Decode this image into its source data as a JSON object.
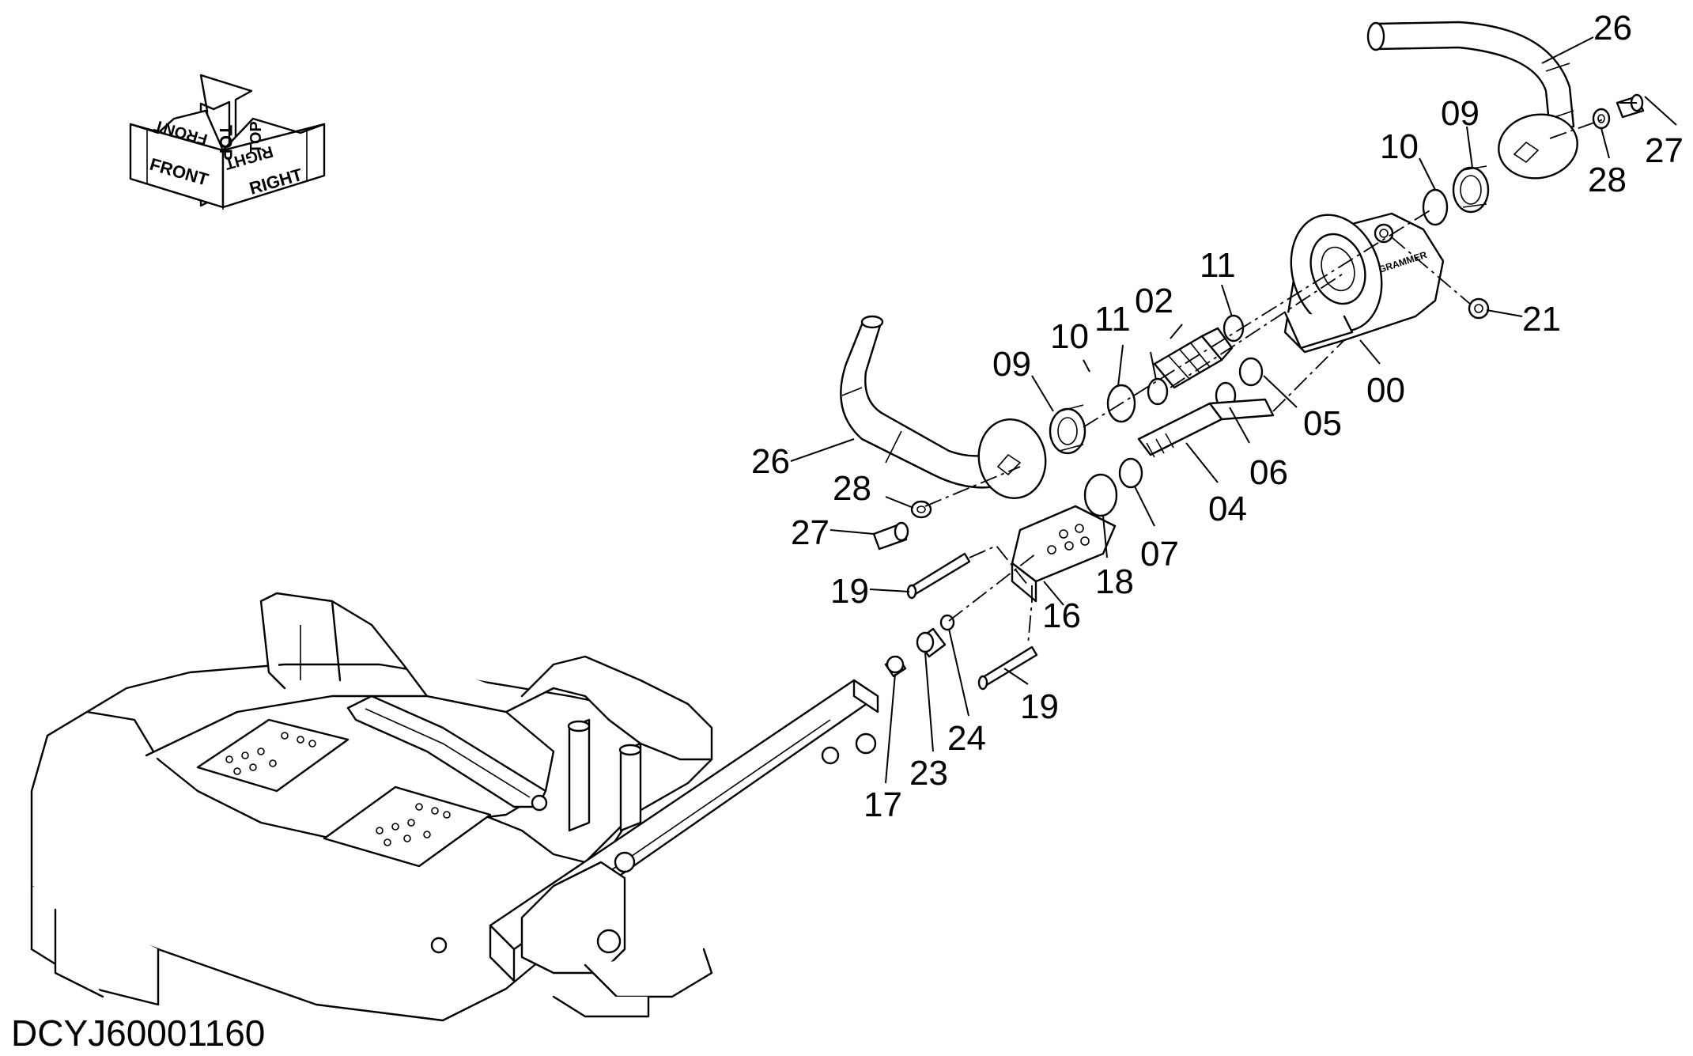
{
  "orientation": {
    "labels": [
      "FRONT",
      "TOP",
      "RIGHT",
      "FRONT",
      "TOP",
      "RIGHT"
    ]
  },
  "callouts": {
    "p00": "00",
    "p02": "02",
    "p04": "04",
    "p05": "05",
    "p06": "06",
    "p07": "07",
    "p09a": "09",
    "p09b": "09",
    "p10a": "10",
    "p10b": "10",
    "p11a": "11",
    "p11b": "11",
    "p16": "16",
    "p17": "17",
    "p18": "18",
    "p19a": "19",
    "p19b": "19",
    "p21": "21",
    "p23": "23",
    "p24": "24",
    "p26a": "26",
    "p26b": "26",
    "p27a": "27",
    "p27b": "27",
    "p28a": "28",
    "p28b": "28"
  },
  "drawing_code": "DCYJ60001160",
  "icons": [
    "orientation-arrow-icon"
  ]
}
